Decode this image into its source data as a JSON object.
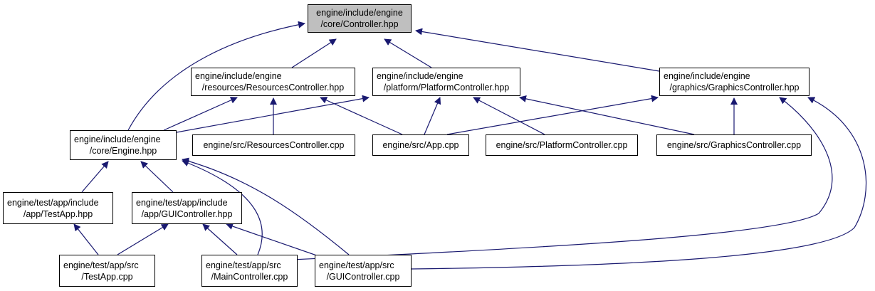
{
  "colors": {
    "edge": "#191970",
    "root_fill": "#bfbfbf",
    "node_fill": "#ffffff",
    "border": "#000000"
  },
  "nodes": {
    "controller_hpp": {
      "line1": "engine/include/engine",
      "line2": "/core/Controller.hpp"
    },
    "resources_controller_hpp": {
      "line1": "engine/include/engine",
      "line2": "/resources/ResourcesController.hpp"
    },
    "platform_controller_hpp": {
      "line1": "engine/include/engine",
      "line2": "/platform/PlatformController.hpp"
    },
    "graphics_controller_hpp": {
      "line1": "engine/include/engine",
      "line2": "/graphics/GraphicsController.hpp"
    },
    "engine_hpp": {
      "line1": "engine/include/engine",
      "line2": "/core/Engine.hpp"
    },
    "resources_controller_cpp": {
      "line1": "engine/src/ResourcesController.cpp"
    },
    "app_cpp": {
      "line1": "engine/src/App.cpp"
    },
    "platform_controller_cpp": {
      "line1": "engine/src/PlatformController.cpp"
    },
    "graphics_controller_cpp": {
      "line1": "engine/src/GraphicsController.cpp"
    },
    "testapp_hpp": {
      "line1": "engine/test/app/include",
      "line2": "/app/TestApp.hpp"
    },
    "guicontroller_hpp": {
      "line1": "engine/test/app/include",
      "line2": "/app/GUIController.hpp"
    },
    "testapp_cpp": {
      "line1": "engine/test/app/src",
      "line2": "/TestApp.cpp"
    },
    "maincontroller_cpp": {
      "line1": "engine/test/app/src",
      "line2": "/MainController.cpp"
    },
    "guicontroller_cpp": {
      "line1": "engine/test/app/src",
      "line2": "/GUIController.cpp"
    }
  }
}
